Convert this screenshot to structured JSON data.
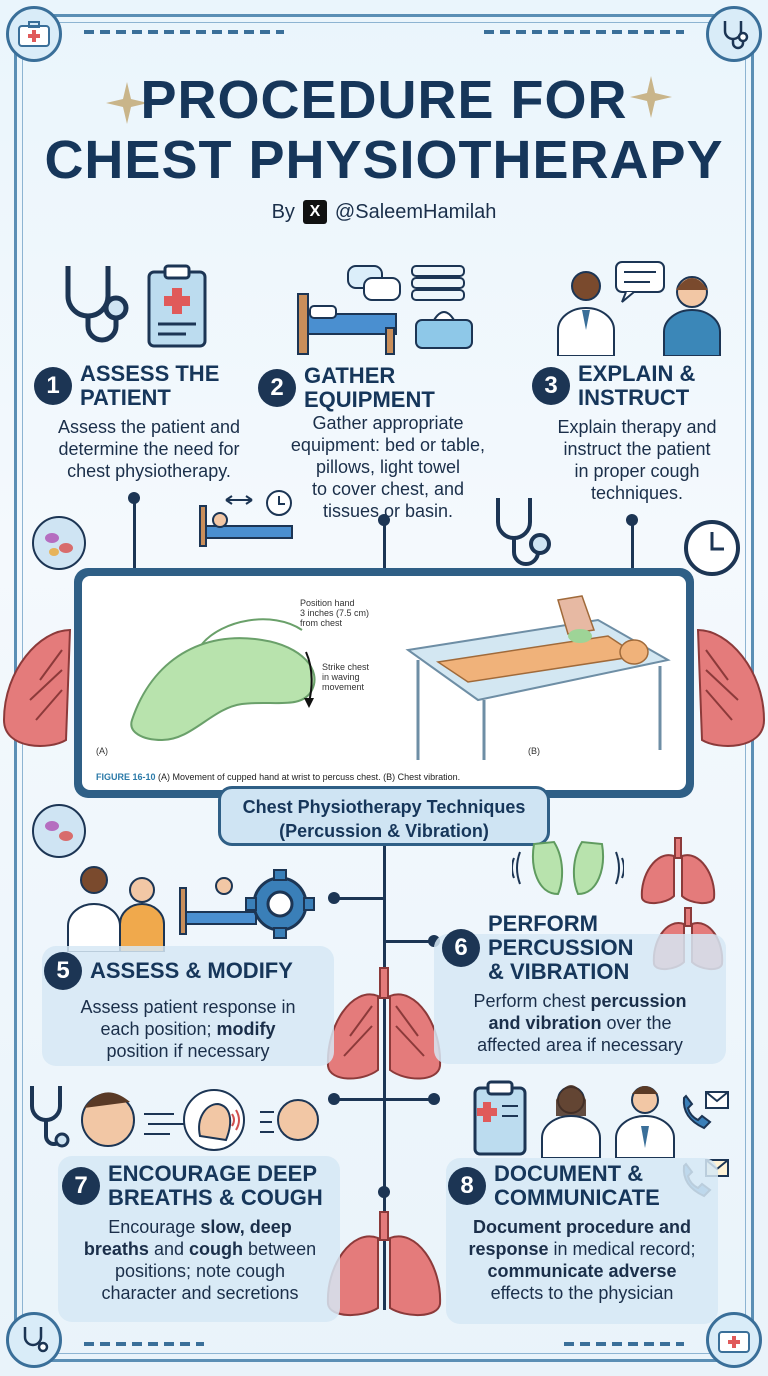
{
  "title_line1": "PROCEDURE FOR",
  "title_line2": "CHEST PHYSIOTHERAPY",
  "byline": {
    "prefix": "By",
    "platform": "X",
    "handle": "@SaleemHamilah"
  },
  "steps": [
    {
      "num": "1",
      "title_l1": "ASSESS THE",
      "title_l2": "PATIENT",
      "body": [
        "Assess the patient and",
        "determine the need for",
        "chest physiotherapy."
      ]
    },
    {
      "num": "2",
      "title_l1": "GATHER EQUIPMENT",
      "title_l2": "",
      "body": [
        "Gather appropriate",
        "equipment: bed or table,",
        "pillows, light towel",
        "to cover chest, and",
        "tissues or basin."
      ]
    },
    {
      "num": "3",
      "title_l1": "EXPLAIN &",
      "title_l2": "INSTRUCT",
      "body": [
        "Explain therapy and",
        "instruct the patient",
        "in proper cough",
        "techniques."
      ]
    },
    {
      "num": "5",
      "title_l1": "ASSESS & MODIFY",
      "title_l2": "",
      "body": [
        "Assess patient response in",
        "each position;",
        "modify",
        "position if necessary"
      ]
    },
    {
      "num": "6",
      "title_l1": "PERFORM",
      "title_l2": "PERCUSSION",
      "title_l3": "& VIBRATION",
      "body": [
        "Perform chest",
        "percussion",
        "and vibration",
        "over the",
        "affected area if necessary"
      ]
    },
    {
      "num": "7",
      "title_l1": "ENCOURAGE DEEP",
      "title_l2": "BREATHS & COUGH",
      "body": [
        "Encourage",
        "slow, deep",
        "breaths",
        "and",
        "cough",
        "between",
        "positions; note cough",
        "character and secretions"
      ]
    },
    {
      "num": "8",
      "title_l1": "DOCUMENT &",
      "title_l2": "COMMUNICATE",
      "body": [
        "Document procedure and",
        "response",
        "in medical record;",
        "communicate adverse",
        "effects to the physician"
      ]
    }
  ],
  "figure": {
    "annotation1": [
      "Position hand",
      "3 inches (7.5 cm)",
      "from chest"
    ],
    "annotation2": [
      "Strike chest",
      "in waving",
      "movement"
    ],
    "label_a": "(A)",
    "label_b": "(B)",
    "caption_fig": "FIGURE 16-10",
    "caption_text": "(A) Movement of cupped hand at wrist to percuss chest. (B) Chest vibration."
  },
  "technique_label": [
    "Chest Physiotherapy Techniques",
    "(Percussion & Vibration)"
  ],
  "icons": [
    "medical-kit-icon",
    "stethoscope-icon",
    "clipboard-icon",
    "bed-icon",
    "pillows-icon",
    "towels-icon",
    "tissue-box-icon",
    "doctor-icon",
    "patient-icon",
    "speech-bubble-icon",
    "clock-icon",
    "lungs-icon",
    "cells-icon",
    "gear-icon",
    "cupped-hands-icon",
    "face-breathing-icon",
    "phone-icon",
    "mail-icon",
    "sparkle-icon"
  ],
  "colors": {
    "navy": "#1c3554",
    "title": "#16365a",
    "frame": "#3a6f99",
    "lungs": "#e47b7b",
    "glove": "#a9dba0"
  }
}
